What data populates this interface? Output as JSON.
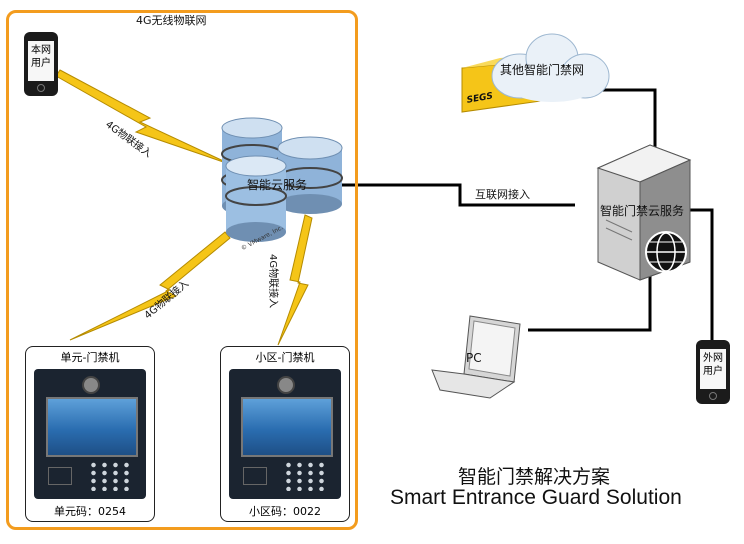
{
  "zone_title": "4G无线物联网",
  "local_user": "本网\n用户",
  "cloud_service": "智能云服务",
  "vmware_note": "© VMware, Inc.",
  "link_4g": "4G物联接入",
  "internet_link": "互联网接入",
  "other_network": "其他智能门禁网",
  "segs_label": "SEGS",
  "gate_cloud_service": "智能门禁云服务",
  "pc_label": "PC",
  "external_user": "外网\n用户",
  "unit_device": {
    "title": "单元-门禁机",
    "code": "单元码：0254"
  },
  "community_device": {
    "title": "小区-门禁机",
    "code": "小区码：0022"
  },
  "caption_cn": "智能门禁解决方案",
  "caption_en": "Smart Entrance Guard Solution",
  "colors": {
    "zone_border": "#f39c1e",
    "lightning": "#f5c518",
    "db_blue": "#8fb3d9"
  }
}
